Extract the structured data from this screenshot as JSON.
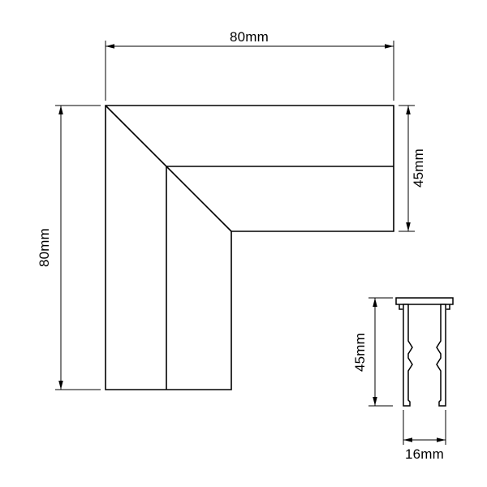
{
  "drawing": {
    "type": "technical-dimension-drawing",
    "subject": "L-shaped corner profile (top view) with channel cross-section",
    "colors": {
      "background": "#ffffff",
      "line": "#000000"
    },
    "labels": {
      "top_width": "80mm",
      "left_height": "80mm",
      "right_arm_height": "45mm",
      "section_height": "45mm",
      "section_width": "16mm"
    }
  }
}
